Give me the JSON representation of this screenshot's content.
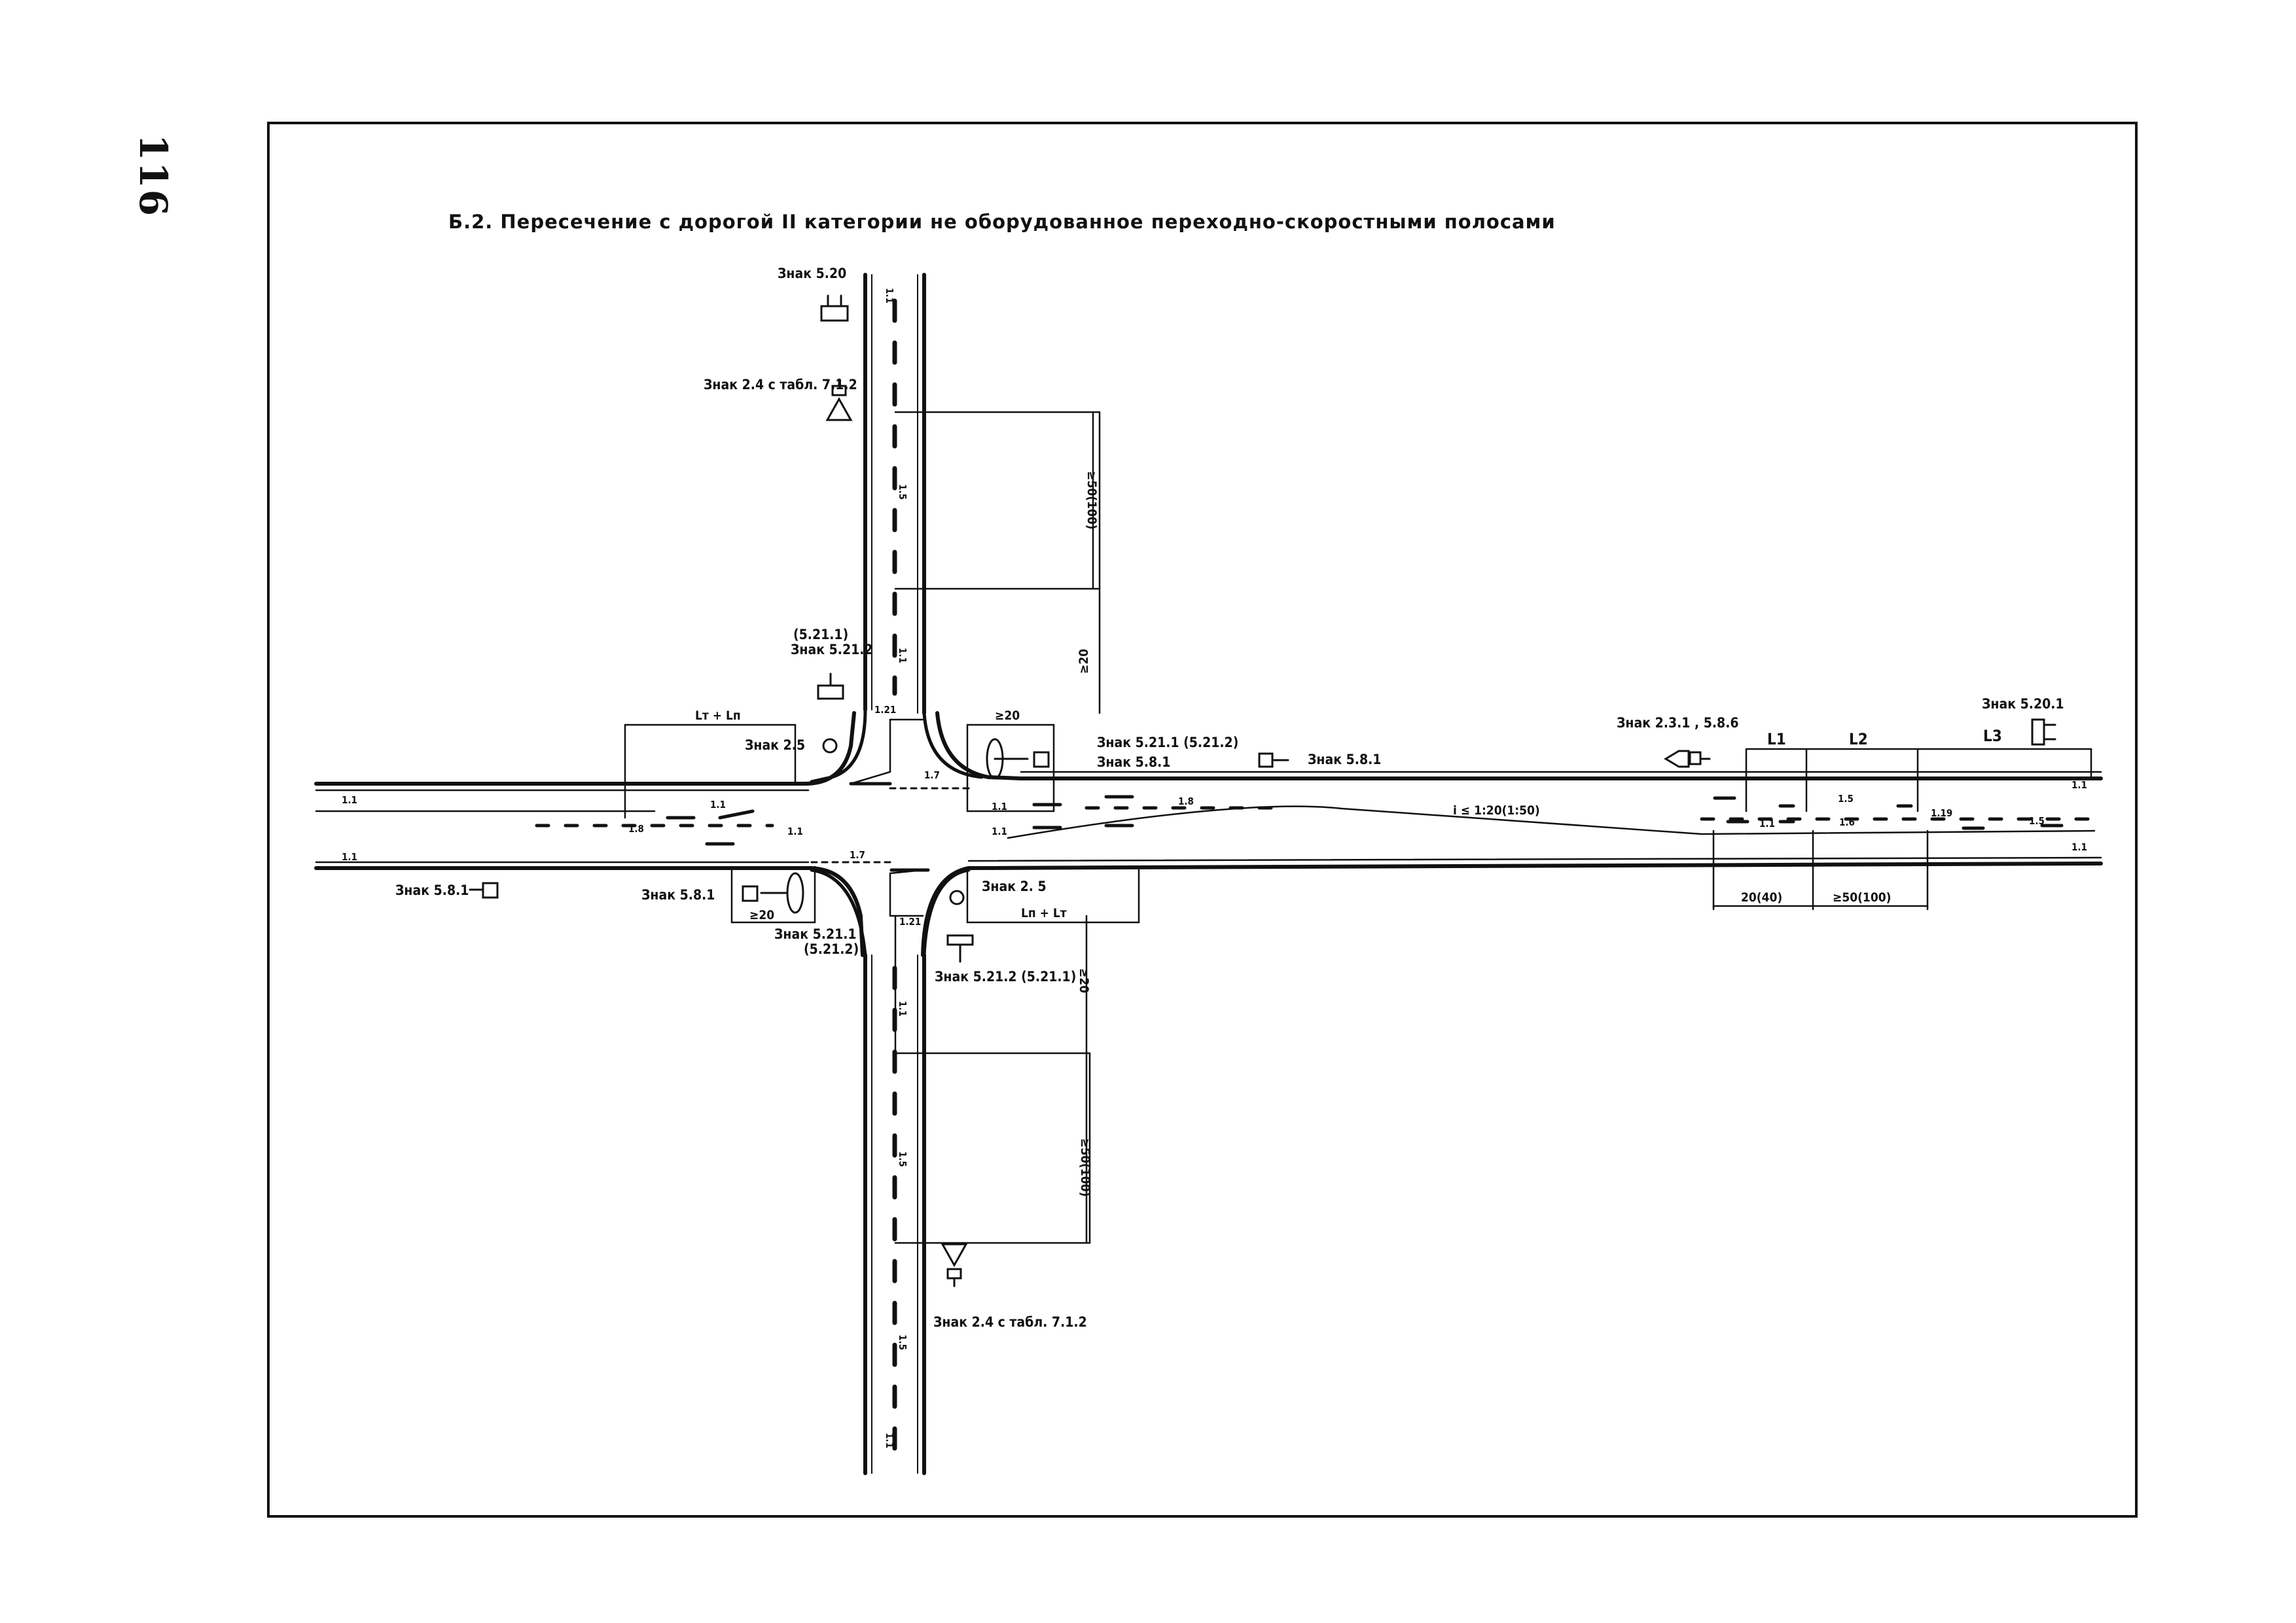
{
  "page": {
    "number": "116"
  },
  "title": "Б.2. Пересечение с дорогой II категории не оборудованное переходно-скоростными полосами",
  "signs": {
    "north_top": "Знак 5.20",
    "north_24": "Знак 2.4 с табл. 7.1.2",
    "north_5211_a": "(5.21.1)",
    "north_5211_b": "Знак 5.21.2",
    "ne_5211": "Знак 5.21.1 (5.21.2)",
    "ne_581": "Знак 5.8.1",
    "east_581": "Знак 5.8.1",
    "east_231": "Знак 2.3.1 , 5.8.6",
    "east_5201": "Знак 5.20.1",
    "nw_25": "Знак 2.5",
    "west_581": "Знак 5.8.1",
    "sw_581": "Знак 5.8.1",
    "sw_5211_a": "Знак 5.21.1",
    "sw_5211_b": "(5.21.2)",
    "se_25": "Знак 2. 5",
    "se_5212": "Знак 5.21.2 (5.21.1)",
    "south_24": "Знак 2.4 с табл. 7.1.2"
  },
  "dims": {
    "north_50": "≥50(100)",
    "north_20": "≥20",
    "ne_20": "≥20",
    "sw_20": "≥20",
    "south_20": "≥20",
    "south_50": "≥50(100)",
    "nw_lt": "Lт + Lп",
    "se_lt": "Lп + Lт",
    "l1": "L1",
    "l2": "L2",
    "l3": "L3",
    "east_2040": "20(40)",
    "east_50": "≥50(100)",
    "taper": "i ≤ 1:20(1:50)"
  },
  "markings": {
    "m11": "1.1",
    "m15": "1.5",
    "m16": "1.6",
    "m17": "1.7",
    "m18": "1.8",
    "m119": "1.19",
    "m121": "1.21"
  }
}
